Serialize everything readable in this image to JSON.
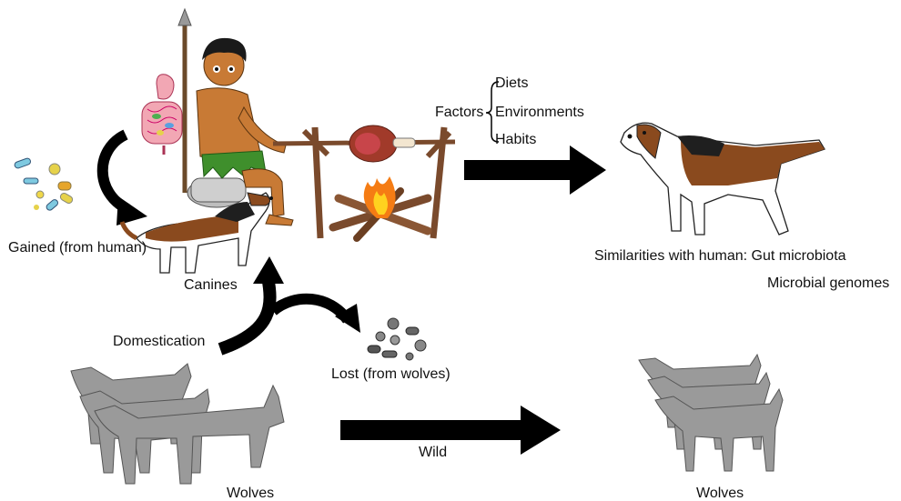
{
  "labels": {
    "factors": "Factors",
    "diets": "Diets",
    "environments": "Environments",
    "habits": "Habits",
    "gained": "Gained (from human)",
    "canines": "Canines",
    "domestication": "Domestication",
    "lost": "Lost (from wolves)",
    "wild": "Wild",
    "wolves_left": "Wolves",
    "wolves_right": "Wolves",
    "similarities": "Similarities with human: Gut microbiota",
    "microbial_genomes": "Microbial genomes"
  },
  "colors": {
    "arrow": "#000000",
    "skin": "#c87a35",
    "hair": "#1a1a1a",
    "leaf": "#3f8f2c",
    "dog_brown": "#8a4a1e",
    "dog_black": "#1f1f1f",
    "wolf_gray": "#9a9a9a",
    "wood": "#7a4a2c",
    "fire_orange": "#f57c14",
    "fire_yellow": "#ffd21f",
    "meat": "#c8454a",
    "intestine": "#f2a7b4",
    "microbe_good": "#7ec9e0",
    "microbe_yellow": "#e6d24a",
    "microbe_bad": "#6b6b6b"
  }
}
